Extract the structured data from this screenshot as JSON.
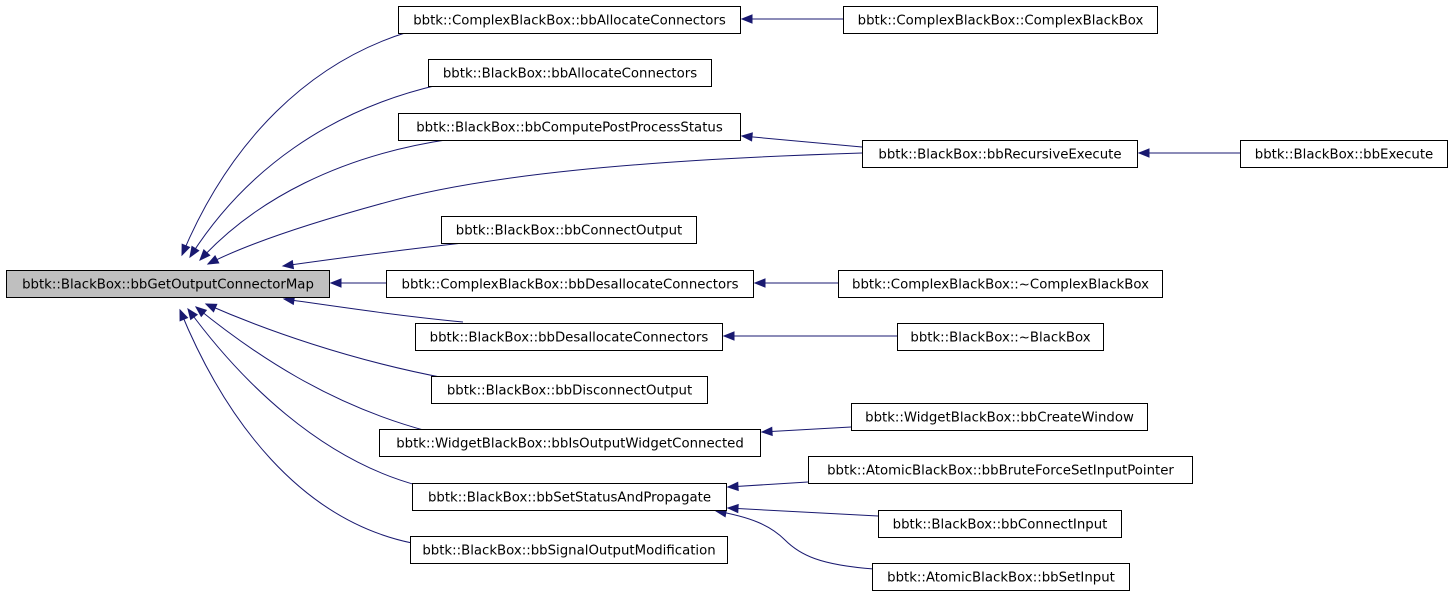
{
  "graph": {
    "edge_color": "#191970",
    "root_fill": "#bfbfbf",
    "node_fill": "#ffffff",
    "nodes": [
      {
        "id": "root",
        "label": "bbtk::BlackBox::bbGetOutputConnectorMap"
      },
      {
        "id": "c_alloc",
        "label": "bbtk::ComplexBlackBox::bbAllocateConnectors"
      },
      {
        "id": "c_ctor",
        "label": "bbtk::ComplexBlackBox::ComplexBlackBox"
      },
      {
        "id": "b_alloc",
        "label": "bbtk::BlackBox::bbAllocateConnectors"
      },
      {
        "id": "b_cpps",
        "label": "bbtk::BlackBox::bbComputePostProcessStatus"
      },
      {
        "id": "b_rexec",
        "label": "bbtk::BlackBox::bbRecursiveExecute"
      },
      {
        "id": "b_exec",
        "label": "bbtk::BlackBox::bbExecute"
      },
      {
        "id": "b_connout",
        "label": "bbtk::BlackBox::bbConnectOutput"
      },
      {
        "id": "c_dealloc",
        "label": "bbtk::ComplexBlackBox::bbDesallocateConnectors"
      },
      {
        "id": "c_dtor",
        "label": "bbtk::ComplexBlackBox::~ComplexBlackBox"
      },
      {
        "id": "b_dealloc",
        "label": "bbtk::BlackBox::bbDesallocateConnectors"
      },
      {
        "id": "b_dtor",
        "label": "bbtk::BlackBox::~BlackBox"
      },
      {
        "id": "b_discout",
        "label": "bbtk::BlackBox::bbDisconnectOutput"
      },
      {
        "id": "w_isout",
        "label": "bbtk::WidgetBlackBox::bbIsOutputWidgetConnected"
      },
      {
        "id": "w_create",
        "label": "bbtk::WidgetBlackBox::bbCreateWindow"
      },
      {
        "id": "b_setstat",
        "label": "bbtk::BlackBox::bbSetStatusAndPropagate"
      },
      {
        "id": "a_brute",
        "label": "bbtk::AtomicBlackBox::bbBruteForceSetInputPointer"
      },
      {
        "id": "b_connin",
        "label": "bbtk::BlackBox::bbConnectInput"
      },
      {
        "id": "a_setin",
        "label": "bbtk::AtomicBlackBox::bbSetInput"
      },
      {
        "id": "b_sigout",
        "label": "bbtk::BlackBox::bbSignalOutputModification"
      }
    ],
    "edges": [
      {
        "from": "c_alloc",
        "to": "root"
      },
      {
        "from": "b_alloc",
        "to": "root"
      },
      {
        "from": "b_cpps",
        "to": "root"
      },
      {
        "from": "b_rexec",
        "to": "root"
      },
      {
        "from": "b_connout",
        "to": "root"
      },
      {
        "from": "c_dealloc",
        "to": "root"
      },
      {
        "from": "b_dealloc",
        "to": "root"
      },
      {
        "from": "b_discout",
        "to": "root"
      },
      {
        "from": "w_isout",
        "to": "root"
      },
      {
        "from": "b_setstat",
        "to": "root"
      },
      {
        "from": "b_sigout",
        "to": "root"
      },
      {
        "from": "c_ctor",
        "to": "c_alloc"
      },
      {
        "from": "b_rexec",
        "to": "b_cpps"
      },
      {
        "from": "b_exec",
        "to": "b_rexec"
      },
      {
        "from": "c_dtor",
        "to": "c_dealloc"
      },
      {
        "from": "b_dtor",
        "to": "b_dealloc"
      },
      {
        "from": "w_create",
        "to": "w_isout"
      },
      {
        "from": "a_brute",
        "to": "b_setstat"
      },
      {
        "from": "b_connin",
        "to": "b_setstat"
      },
      {
        "from": "a_setin",
        "to": "b_setstat"
      }
    ]
  }
}
